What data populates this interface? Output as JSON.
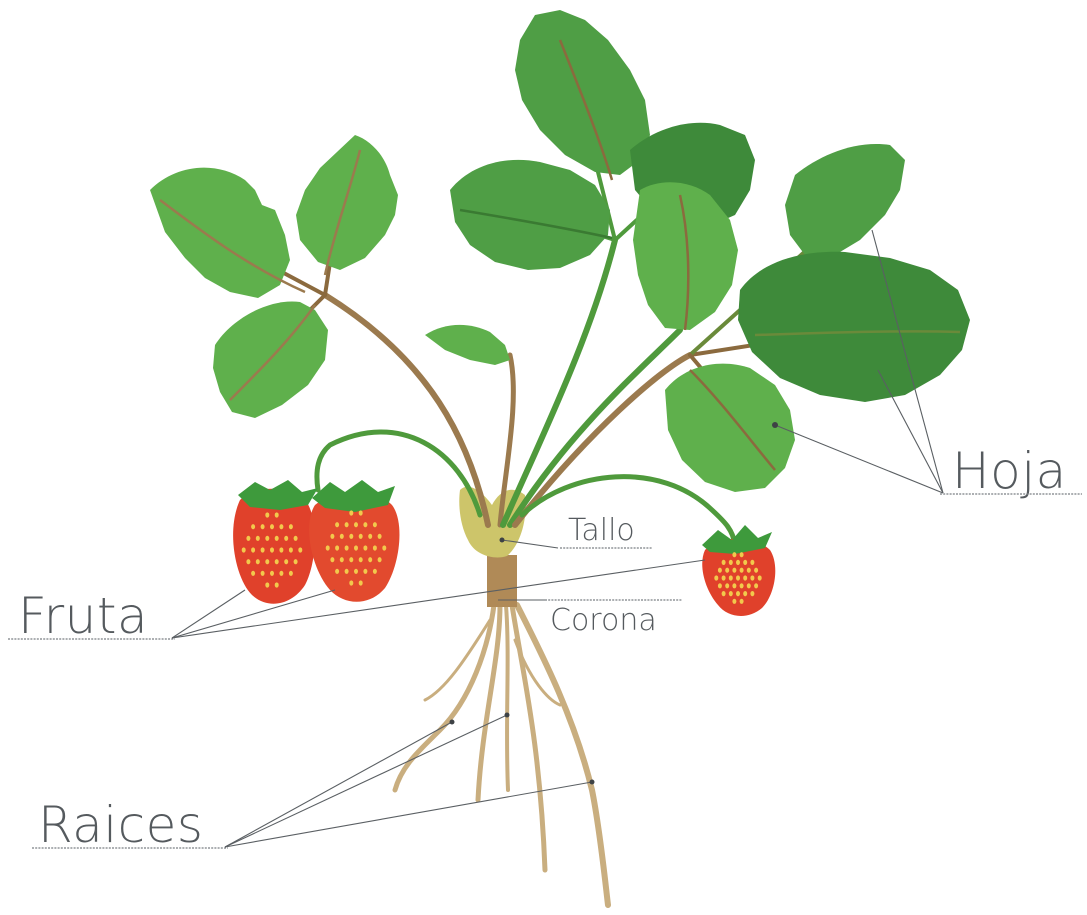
{
  "labels": {
    "hoja": "Hoja",
    "tallo": "Tallo",
    "corona": "Corona",
    "fruta": "Fruta",
    "raices": "Raices"
  },
  "colors": {
    "leaf_light": "#5cb04a",
    "leaf_dark": "#3e8f3a",
    "vein": "#8b6a3e",
    "stem_brown": "#9b7a4e",
    "stem_green": "#4f9a3c",
    "crown": "#c9c46a",
    "strawberry": "#e0412b",
    "seed": "#f2c94c",
    "root": "#c8ad7e",
    "label_text": "#555a5e"
  }
}
